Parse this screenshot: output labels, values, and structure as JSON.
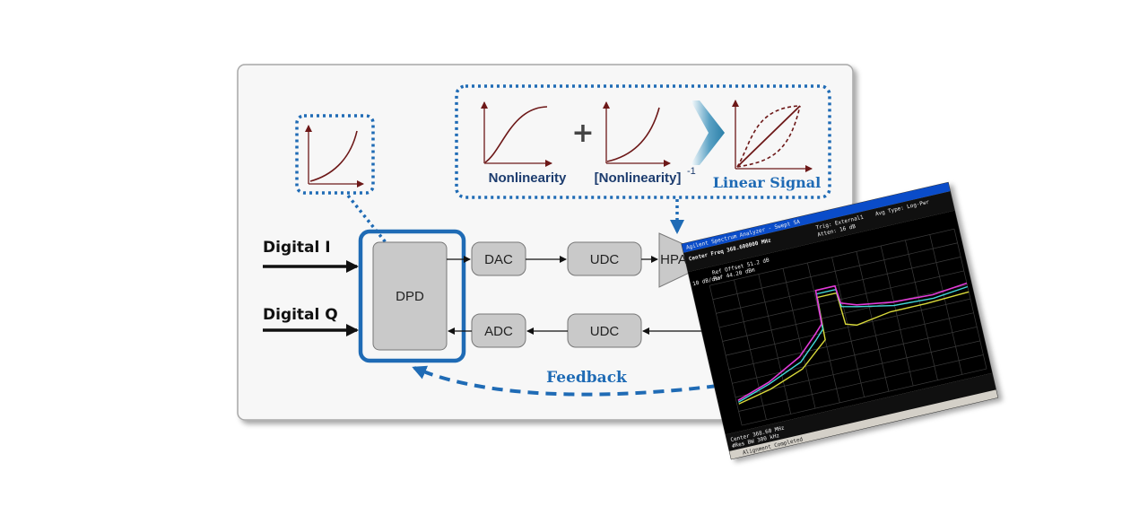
{
  "inputs": {
    "i_label": "Digital I",
    "q_label": "Digital Q"
  },
  "blocks": {
    "dpd": "DPD",
    "dac": "DAC",
    "udc_top": "UDC",
    "hpa": "HPA",
    "adc": "ADC",
    "udc_bottom": "UDC"
  },
  "curve_panel": {
    "nonlinearity": "Nonlinearity",
    "inverse": "[Nonlinearity]",
    "inverse_exp": "-1",
    "plus": "+",
    "result": "Linear Signal"
  },
  "feedback_label": "Feedback",
  "spectrum_analyzer": {
    "window_title": "Agilent Spectrum Analyzer - Swept SA",
    "center_freq_label": "Center Freq 368.600000 MHz",
    "trig_label": "Trig: External1",
    "atten_label": "Atten: 16 dB",
    "avg_type_label": "Avg Type: Log-Pwr",
    "ref_offset_label": "Ref Offset 51.2 dB",
    "ref_level_label": "Ref 44.20 dBm",
    "scale_label": "10 dB/div",
    "footer_center": "Center 368.60 MHz",
    "footer_res_bw": "#Res BW 300 kHz",
    "status_label": "Alignment Completed",
    "colors": {
      "trace_pink": "#e23ad7",
      "trace_cyan": "#43d9d9",
      "trace_yellow": "#d9d93a"
    }
  },
  "colors": {
    "accent_blue": "#1f6bb5",
    "curve": "#6d1818",
    "block_fill": "#c9c9c9"
  }
}
